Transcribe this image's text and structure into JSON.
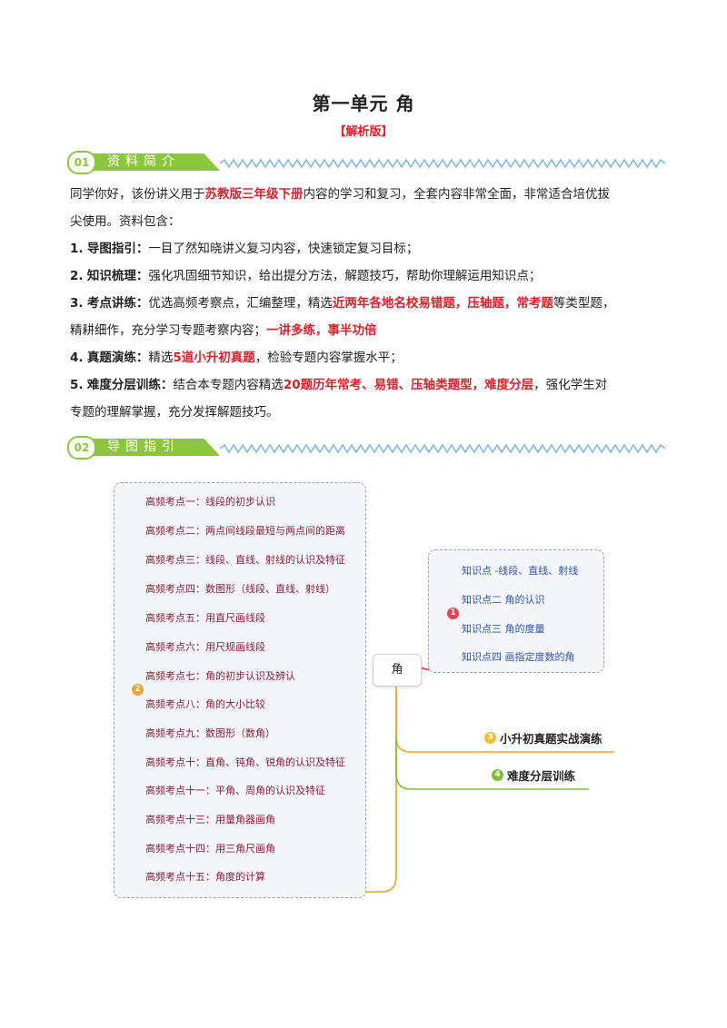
{
  "title": "第一单元 角",
  "subtitle": "【解析版】",
  "colors": {
    "accent_green": "#8cc63f",
    "red": "#e0202a",
    "wave_blue": "#7fb6e6",
    "orange": "#f0a030",
    "green_line": "#7bbf3a",
    "red_line": "#e8434a"
  },
  "section1": {
    "num": "01",
    "label": "资料简介"
  },
  "section2": {
    "num": "02",
    "label": "导图指引"
  },
  "intro": {
    "line1_a": "同学你好，该份讲义用于",
    "line1_red": "苏教版三年级下册",
    "line1_b": "内容的学习和复习，全套内容非常全面，非常适合培优拔",
    "line2": "尖使用。资料包含："
  },
  "items": [
    {
      "num": "1.",
      "head": "导图指引：",
      "text": "一目了然知晓讲义复习内容，快速锁定复习目标；"
    },
    {
      "num": "2.",
      "head": "知识梳理：",
      "text": "强化巩固细节知识，给出提分方法，解题技巧，帮助你理解运用知识点；"
    },
    {
      "num": "3.",
      "head": "考点讲练：",
      "text_a": "优选高频考察点，汇编整理，精选",
      "red": "近两年各地名校易错题，压轴题，常考题",
      "text_b": "等类型题，",
      "line2_a": "精耕细作，充分学习专题考察内容；",
      "line2_red": "一讲多练，事半功倍"
    },
    {
      "num": "4.",
      "head": "真题演练：",
      "text_a": "精选",
      "red": "5道小升初真题",
      "text_b": "，检验专题内容掌握水平；"
    },
    {
      "num": "5.",
      "head": "难度分层训练：",
      "text_a": "结合本专题内容精选",
      "red": "20题历年常考、易错、压轴类题型，难度分层",
      "text_b": "，强化学生对",
      "line2": "专题的理解掌握，充分发挥解题技巧。"
    }
  ],
  "mindmap": {
    "center": "角",
    "knowledge_points": [
      "知识点 -线段、直线、射线",
      "知识点二 角的认识",
      "知识点三 角的度量",
      "知识点四 画指定度数的角"
    ],
    "hf_points": [
      "高频考点一：线段的初步认识",
      "高频考点二：两点间线段最短与两点间的距离",
      "高频考点三：线段、直线、射线的认识及特征",
      "高频考点四：数图形（线段、直线、射线）",
      "高频考点五：用直尺画线段",
      "高频考点六：用尺规画线段",
      "高频考点七：角的初步认识及辨认",
      "高频考点八：角的大小比较",
      "高频考点九：数图形（数角）",
      "高频考点十：直角、钝角、锐角的认识及特征",
      "高频考点十一：平角、周角的认识及特征",
      "高频考点十三：用量角器画角",
      "高频考点十四：用三角尺画角",
      "高频考点十五：角度的计算"
    ],
    "badges": {
      "b1": "1",
      "b2": "2",
      "b3": "3",
      "b4": "4"
    },
    "branch3": "小升初真题实战演练",
    "branch4": "难度分层训练"
  }
}
